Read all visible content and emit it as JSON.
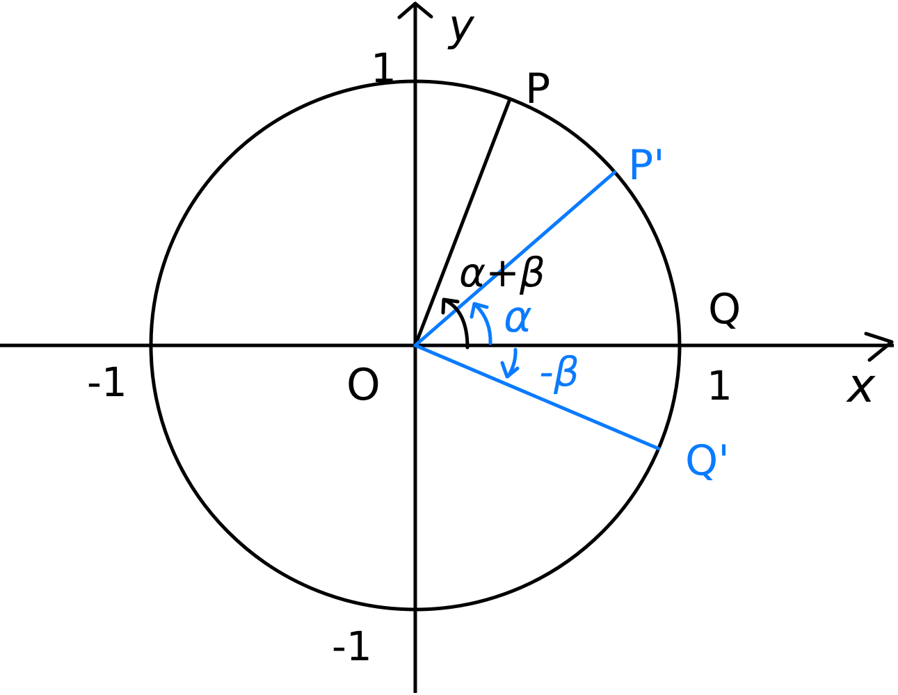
{
  "colors": {
    "ink": "#000000",
    "accent": "#0a7bff",
    "background": "#ffffff"
  },
  "axes": {
    "x_label": "x",
    "y_label": "y"
  },
  "ticks": {
    "x_pos": "1",
    "x_neg": "-1",
    "y_pos": "1",
    "y_neg": "-1"
  },
  "origin_label": "O",
  "points": {
    "P": "P",
    "P_prime": "P'",
    "Q": "Q",
    "Q_prime": "Q'"
  },
  "angles": {
    "alpha_plus_beta": "α+β",
    "alpha": "α",
    "minus_beta": "-β"
  },
  "geometry_deg": {
    "P": 69,
    "P_prime": 41,
    "Q": 0,
    "Q_prime": -23
  }
}
